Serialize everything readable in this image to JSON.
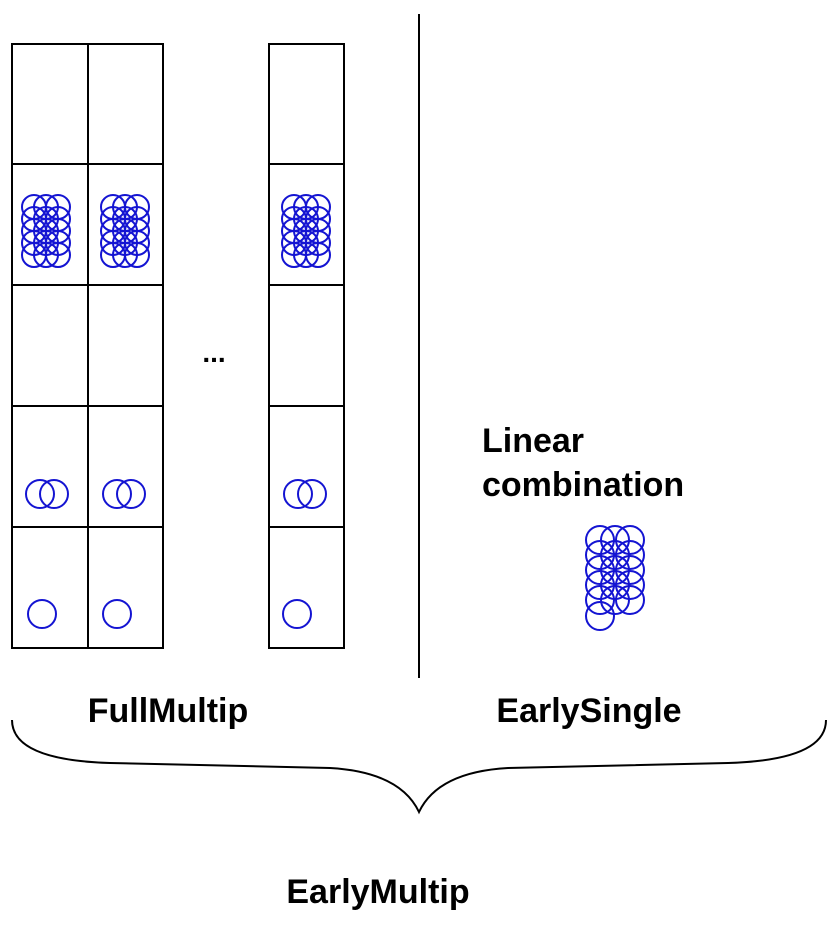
{
  "labels": {
    "full_multip": "FullMultip",
    "early_single": "EarlySingle",
    "early_multip": "EarlyMultip",
    "linear_combination_line1": "Linear",
    "linear_combination_line2": "combination",
    "ellipsis": "..."
  },
  "colors": {
    "line": "#000000",
    "circle": "#1414d2"
  }
}
